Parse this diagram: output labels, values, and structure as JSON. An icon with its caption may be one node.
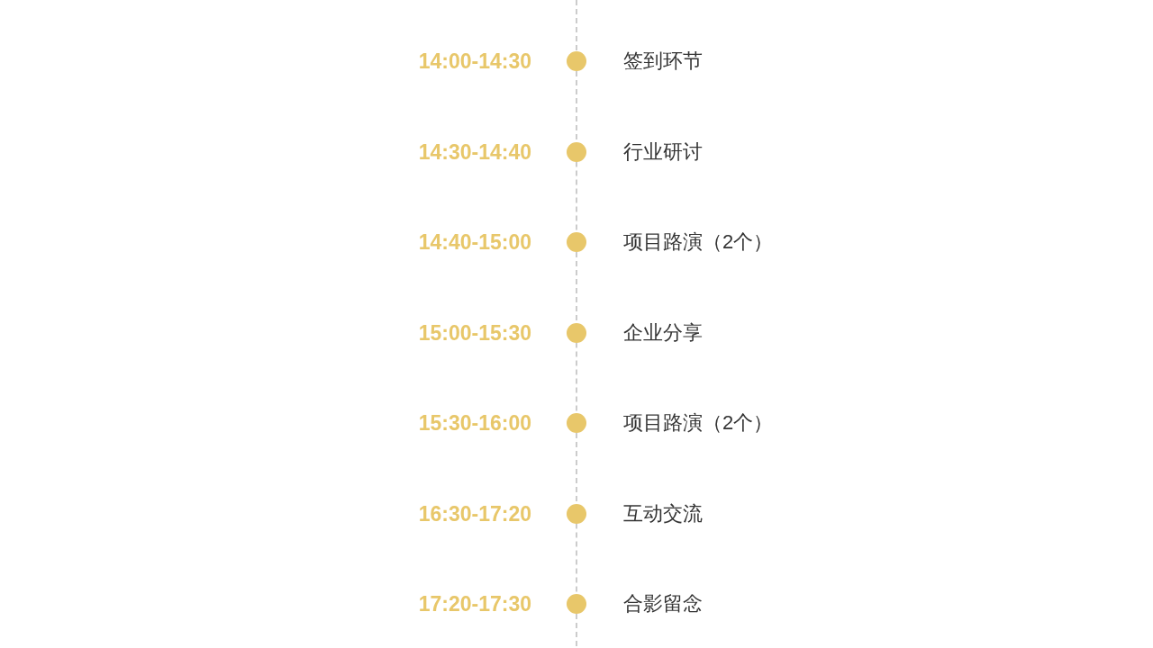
{
  "diagram": {
    "nodes": [
      {
        "text": [],
        "shape": "circle",
        "beside": [
          "14:00-14:30",
          "签到环节"
        ]
      },
      {
        "text": [],
        "shape": "circle",
        "beside": [
          "14:30-14:40",
          "行业研讨"
        ]
      },
      {
        "text": [],
        "shape": "circle",
        "beside": [
          "14:40-15:00",
          "项目路演（2个）"
        ]
      },
      {
        "text": [],
        "shape": "circle",
        "beside": [
          "15:00-15:30",
          "企业分享"
        ]
      },
      {
        "text": [],
        "shape": "circle",
        "beside": [
          "15:30-16:00",
          "项目路演（2个）"
        ]
      },
      {
        "text": [],
        "shape": "circle",
        "beside": [
          "16:30-17:20",
          "互动交流"
        ]
      },
      {
        "text": [],
        "shape": "circle",
        "beside": [
          "17:20-17:30",
          "合影留念"
        ]
      }
    ],
    "edges": [
      {
        "from": null,
        "to": 0,
        "arrow": "none",
        "style": "dashed"
      },
      {
        "from": 0,
        "to": 1,
        "arrow": "none",
        "style": "dashed"
      },
      {
        "from": 1,
        "to": 2,
        "arrow": "none",
        "style": "dashed"
      },
      {
        "from": 2,
        "to": 3,
        "arrow": "none",
        "style": "dashed"
      },
      {
        "from": 3,
        "to": 4,
        "arrow": "none",
        "style": "dashed"
      },
      {
        "from": 4,
        "to": 5,
        "arrow": "none",
        "style": "dashed"
      },
      {
        "from": 5,
        "to": 6,
        "arrow": "none",
        "style": "dashed"
      },
      {
        "from": 6,
        "to": null,
        "arrow": "none",
        "style": "dashed"
      }
    ]
  }
}
